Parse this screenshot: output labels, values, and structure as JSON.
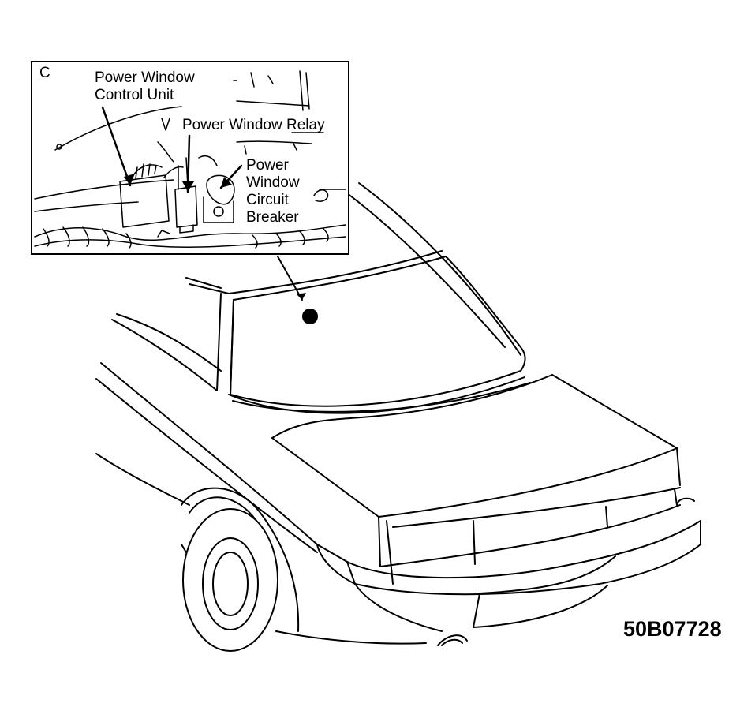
{
  "inset": {
    "view_letter": "C",
    "labels": {
      "control_unit": [
        "Power Window",
        "Control Unit"
      ],
      "relay": "Power Window Relay",
      "circuit_breaker": [
        "Power",
        "Window",
        "Circuit",
        "Breaker"
      ]
    }
  },
  "figure_code": "50B07728"
}
